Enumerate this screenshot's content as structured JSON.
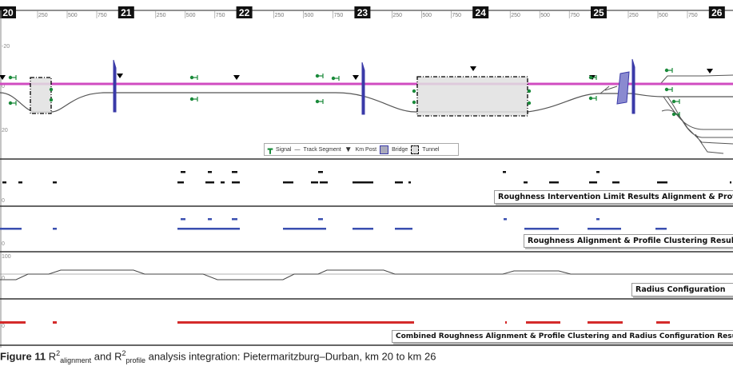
{
  "axis": {
    "km_labels": [
      "20",
      "21",
      "22",
      "23",
      "24",
      "25",
      "26"
    ],
    "sub_ticks": [
      "250",
      "500",
      "750"
    ]
  },
  "top_panel": {
    "y_ticks": [
      "-20",
      "0",
      "20"
    ]
  },
  "legend": {
    "signal": "Signal",
    "track": "Track Segment",
    "kmpost": "Km Post",
    "bridge": "Bridge",
    "tunnel": "Tunnel"
  },
  "panels": {
    "intervention": {
      "label": "Roughness Intervention Limit Results Alignment & Profile",
      "zero": "0"
    },
    "clustering": {
      "label": "Roughness Alignment & Profile Clustering Results",
      "zero": "0"
    },
    "radius": {
      "label": "Radius Configuration",
      "top": "100",
      "zero": "0"
    },
    "combined": {
      "label": "Combined Roughness Alignment & Profile Clustering and Radius Configuration Result",
      "zero": "0"
    }
  },
  "caption": {
    "figure": "Figure 11",
    "r1": "R",
    "sup1": "2",
    "sub1": "alignment",
    "and": " and ",
    "r2": "R",
    "sup2": "2",
    "sub2": "profile",
    "rest": " analysis integration: Pietermaritzburg–Durban, km 20 to km 26"
  },
  "colors": {
    "track": "#d04cc0",
    "bridge": "#3a3aa8",
    "signal": "#1a8a3a",
    "intervention": "#111111",
    "clustering": "#3a4fb0",
    "combined": "#d42a2a"
  }
}
